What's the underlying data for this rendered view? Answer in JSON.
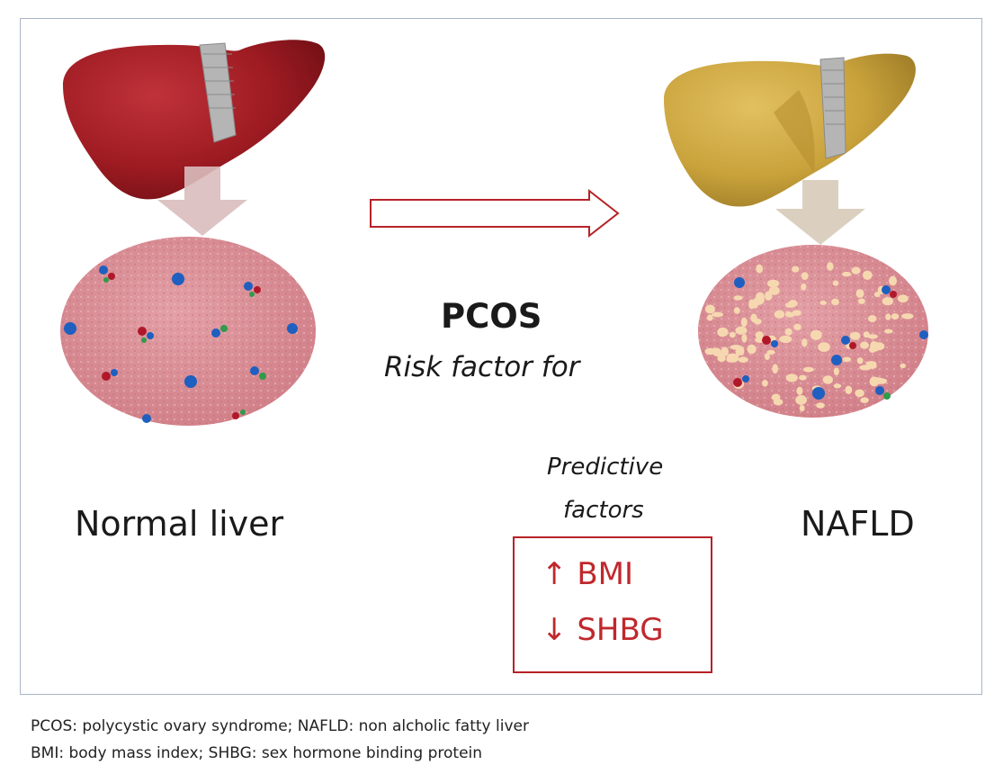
{
  "diagram": {
    "left_label": "Normal liver",
    "right_label": "NAFLD",
    "center_title": "PCOS",
    "center_subtitle": "Risk factor for",
    "predictive_line1": "Predictive",
    "predictive_line2": "factors",
    "factors": [
      {
        "arrow": "↑",
        "label": "BMI"
      },
      {
        "arrow": "↓",
        "label": "SHBG"
      }
    ]
  },
  "footnotes": [
    "PCOS: polycystic ovary syndrome; NAFLD:  non alcholic fatty liver",
    "BMI: body mass index; SHBG:  sex hormone  binding protein"
  ],
  "colors": {
    "normal_liver": "#9e1b22",
    "fatty_liver": "#c9a23b",
    "tissue": "#d88a92",
    "fat_droplet": "#f6d8b0",
    "factor_red": "#c0282c",
    "frame_border": "#a9b6c6"
  }
}
